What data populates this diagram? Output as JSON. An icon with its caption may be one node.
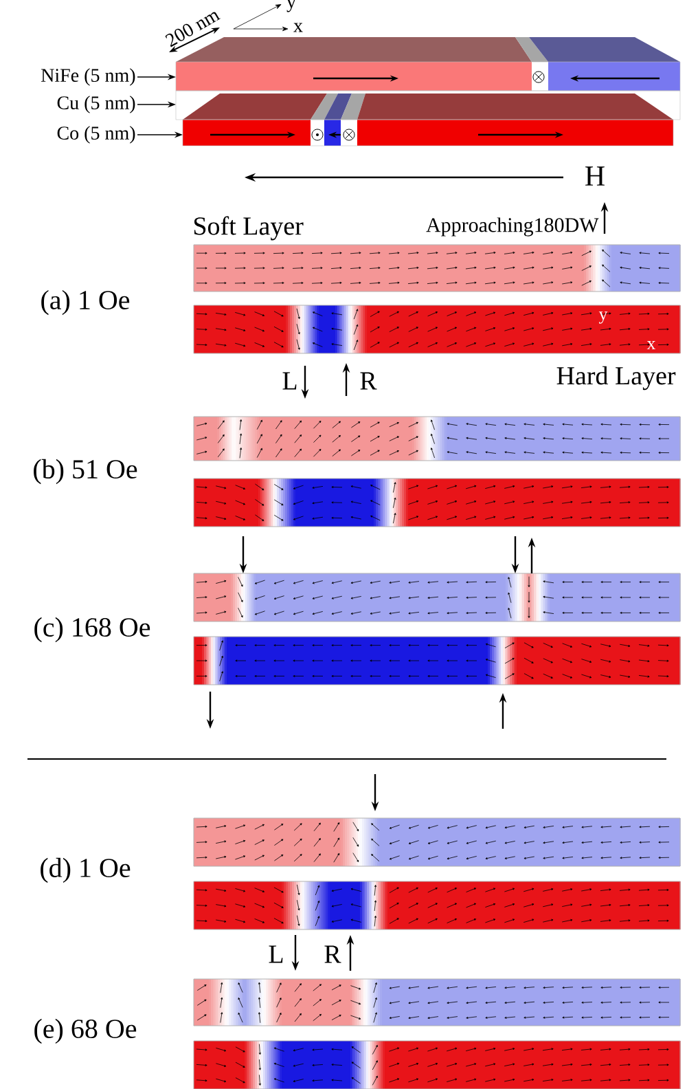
{
  "diagram": {
    "nodes": [
      {
        "text": [
          "NiFe (5 nm)"
        ]
      },
      {
        "text": [
          "Cu (5 nm)"
        ]
      },
      {
        "text": [
          "Co (5 nm)"
        ]
      },
      {
        "text": [],
        "shape": "box"
      },
      {
        "text": [],
        "shape": "box"
      },
      {
        "text": [],
        "shape": "box"
      }
    ],
    "edges": [
      {
        "from": 0,
        "to": 3,
        "arrow": "to"
      },
      {
        "from": 1,
        "to": 4,
        "arrow": "to"
      },
      {
        "from": 2,
        "to": 5,
        "arrow": "to"
      }
    ],
    "labels": [
      "200 nm",
      "y",
      "x",
      "H",
      "Soft Layer",
      "Approaching180DW",
      "(a) 1 Oe",
      "y",
      "x",
      "L",
      "R",
      "Hard Layer",
      "(b) 51 Oe",
      "(c) 168 Oe",
      "(d) 1 Oe",
      "L",
      "R",
      "(e) 68 Oe"
    ]
  }
}
